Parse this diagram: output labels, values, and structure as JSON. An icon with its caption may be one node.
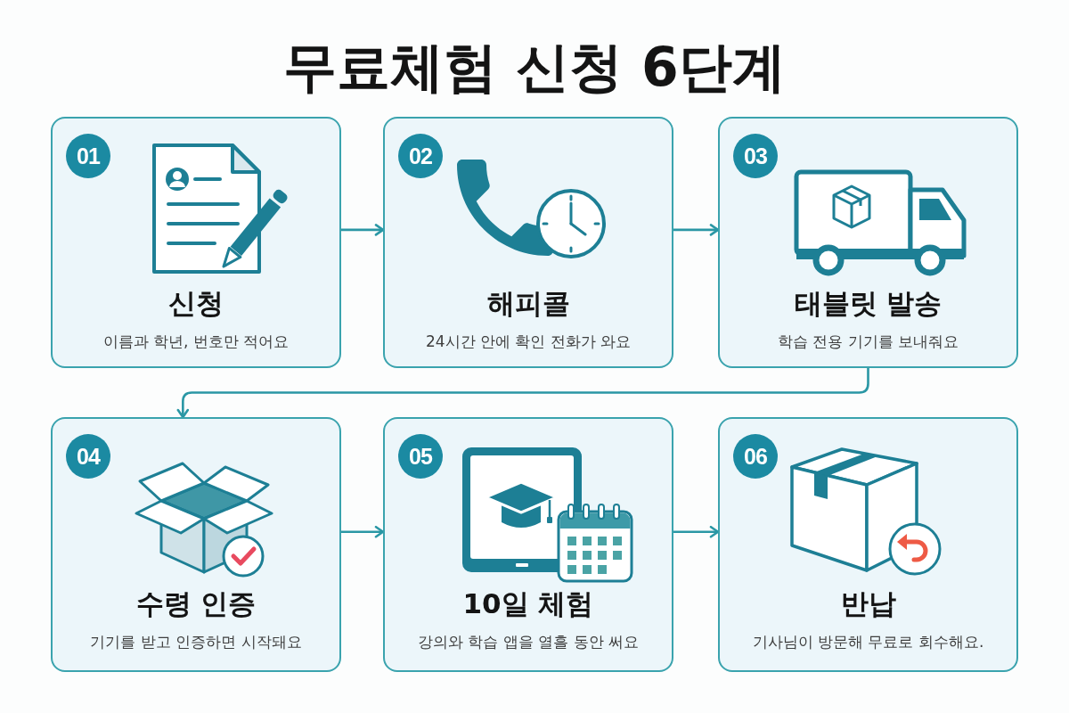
{
  "diagram": {
    "title": "무료체험 신청 6단계",
    "nodes": [
      {
        "text": [
          "신청",
          "이름과 학년, 번호만 적어요"
        ]
      },
      {
        "text": [
          "01"
        ],
        "in": 0
      },
      {
        "text": [
          "해피콜",
          "24시간 안에 확인 전화가 와요"
        ]
      },
      {
        "text": [
          "02"
        ],
        "in": 2
      },
      {
        "text": [
          "태블릿 발송",
          "학습 전용 기기를 보내줘요"
        ]
      },
      {
        "text": [
          "03"
        ],
        "in": 4
      },
      {
        "text": [
          "수령 인증",
          "기기를 받고 인증하면 시작돼요"
        ]
      },
      {
        "text": [
          "04"
        ],
        "in": 6
      },
      {
        "text": [
          "10일 체험",
          "강의와 학습 앱을 열흘 동안 써요"
        ]
      },
      {
        "text": [
          "05"
        ],
        "in": 8
      },
      {
        "text": [
          "반납",
          "기사님이 방문해 무료로 회수해요."
        ]
      },
      {
        "text": [
          "06"
        ],
        "in": 10
      }
    ],
    "edges": [
      {
        "from": 0,
        "to": 2,
        "arrow": "to"
      },
      {
        "from": 2,
        "to": 4,
        "arrow": "to"
      },
      {
        "from": 4,
        "to": 6,
        "arrow": "to"
      },
      {
        "from": 6,
        "to": 8,
        "arrow": "to"
      },
      {
        "from": 8,
        "to": 10,
        "arrow": "to"
      }
    ]
  }
}
